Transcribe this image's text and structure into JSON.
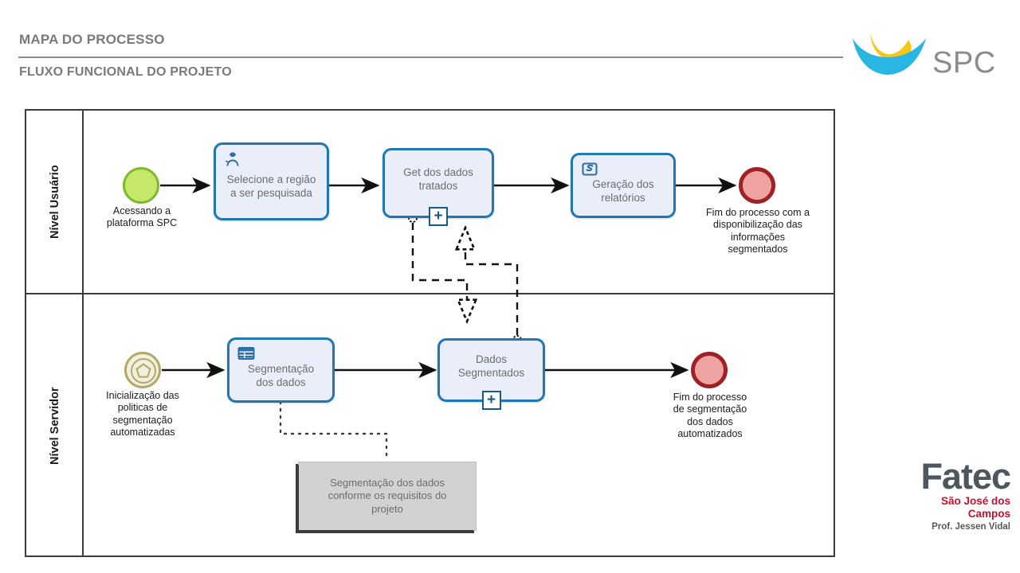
{
  "header": {
    "title": "MAPA DO PROCESSO",
    "subtitle": "FLUXO FUNCIONAL DO PROJETO"
  },
  "brand_spc": {
    "text": "SPC",
    "mark_primary_color": "#29b6e2",
    "mark_secondary_color": "#f5c518",
    "text_color": "#8c8c8c"
  },
  "brand_fatec": {
    "name": "Fatec",
    "city_line1": "São José dos",
    "city_line2": "Campos",
    "professor": "Prof. Jessen Vidal",
    "name_color": "#4d575e",
    "city_color": "#c8102e",
    "professor_color": "#58585a"
  },
  "diagram": {
    "type": "bpmn-pool",
    "lanes": [
      {
        "id": "lane-usuario",
        "label": "Nível Usuário"
      },
      {
        "id": "lane-servidor",
        "label": "Nível Servidor"
      }
    ],
    "nodes": [
      {
        "id": "start-usuario",
        "kind": "start-event",
        "caption": "Acessando a\nplataforma SPC",
        "lane": "lane-usuario"
      },
      {
        "id": "task-selecione-regiao",
        "kind": "user-task",
        "label": "Selecione a região\na ser pesquisada",
        "icon": "user-icon",
        "lane": "lane-usuario"
      },
      {
        "id": "task-get-dados-tratados",
        "kind": "sub-process",
        "label": "Get dos dados\ntratados",
        "marker": "+",
        "lane": "lane-usuario"
      },
      {
        "id": "task-geracao-relatorios",
        "kind": "business-rule-task",
        "label": "Geração dos\nrelatórios",
        "icon": "script-icon",
        "lane": "lane-usuario"
      },
      {
        "id": "end-usuario",
        "kind": "end-event",
        "caption": "Fim do processo com a\ndisponibilização das\ninformações\nsegmentados",
        "lane": "lane-usuario"
      },
      {
        "id": "start-servidor",
        "kind": "multiple-start-event",
        "caption": "Inicialização das\npoliticas de\nsegmentação\nautomatizadas",
        "lane": "lane-servidor"
      },
      {
        "id": "task-segmentacao-dados",
        "kind": "business-rule-task",
        "label": "Segmentação\ndos dados",
        "icon": "table-icon",
        "lane": "lane-servidor"
      },
      {
        "id": "task-dados-segmentados",
        "kind": "sub-process",
        "label": "Dados\nSegmentados",
        "marker": "+",
        "lane": "lane-servidor"
      },
      {
        "id": "end-servidor",
        "kind": "end-event",
        "caption": "Fim do processo\nde segmentação\ndos dados\nautomatizados",
        "lane": "lane-servidor"
      },
      {
        "id": "annotation-requisitos",
        "kind": "data-store-annotation",
        "text": "Segmentação dos dados\nconforme os requisitos do\nprojeto",
        "lane": "lane-servidor"
      }
    ],
    "colors": {
      "task_fill": "#eaeefb",
      "task_border": "#1f77b4",
      "start_event_fill": "#c6e86a",
      "start_event_border": "#7fba2c",
      "end_event_fill": "#efa3a3",
      "end_event_border": "#9e2225",
      "multi_event_fill": "#f1efdd",
      "multi_event_border": "#b3a96a",
      "annotation_fill": "#d2d2d2",
      "pool_border": "#3b3b3b",
      "label_text": "#6d6d6d"
    }
  }
}
